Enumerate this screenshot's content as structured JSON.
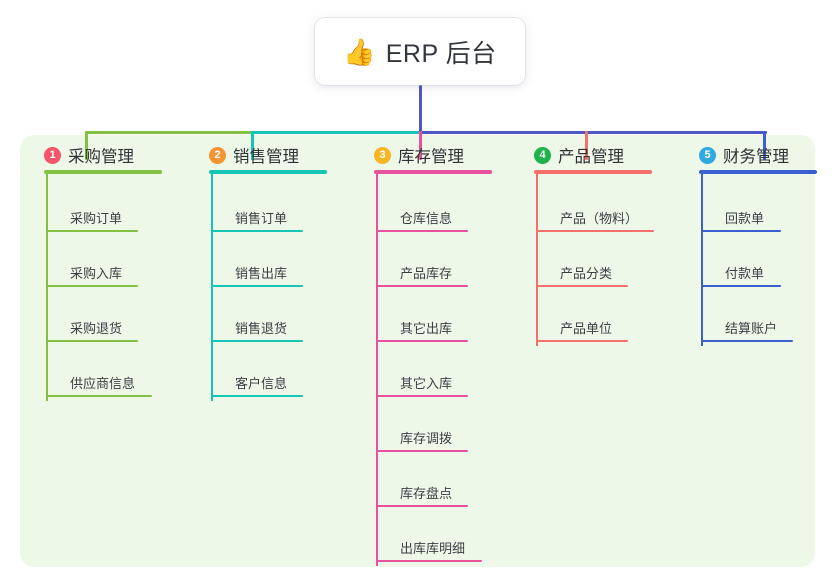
{
  "root": {
    "emoji": "👍",
    "emoji_name": "thumbs-up-icon",
    "title": "ERP 后台"
  },
  "colors": {
    "panel_bg": "#eef8e9",
    "page_bg": "#ffffff",
    "trunk": "#4f57c4",
    "bus_left": "#84c041",
    "bus_mid": "#17c5b6",
    "bus_right": "#4f57c4"
  },
  "branches": [
    {
      "number": "1",
      "title": "采购管理",
      "badge_color": "#f4556a",
      "line_color": "#84c041",
      "rule_width": 118,
      "items": [
        {
          "label": "采购订单",
          "rule_width": 92
        },
        {
          "label": "采购入库",
          "rule_width": 92
        },
        {
          "label": "采购退货",
          "rule_width": 92
        },
        {
          "label": "供应商信息",
          "rule_width": 106
        }
      ]
    },
    {
      "number": "2",
      "title": "销售管理",
      "badge_color": "#f59432",
      "line_color": "#17c5b6",
      "rule_width": 118,
      "items": [
        {
          "label": "销售订单",
          "rule_width": 92
        },
        {
          "label": "销售出库",
          "rule_width": 92
        },
        {
          "label": "销售退货",
          "rule_width": 92
        },
        {
          "label": "客户信息",
          "rule_width": 92
        }
      ]
    },
    {
      "number": "3",
      "title": "库存管理",
      "badge_color": "#f7b423",
      "line_color": "#e8519b",
      "rule_width": 118,
      "items": [
        {
          "label": "仓库信息",
          "rule_width": 92
        },
        {
          "label": "产品库存",
          "rule_width": 92
        },
        {
          "label": "其它出库",
          "rule_width": 92
        },
        {
          "label": "其它入库",
          "rule_width": 92
        },
        {
          "label": "库存调拨",
          "rule_width": 92
        },
        {
          "label": "库存盘点",
          "rule_width": 92
        },
        {
          "label": "出库库明细",
          "rule_width": 106
        }
      ]
    },
    {
      "number": "4",
      "title": "产品管理",
      "badge_color": "#21b24b",
      "line_color": "#f4706c",
      "rule_width": 118,
      "items": [
        {
          "label": "产品（物料）",
          "rule_width": 118
        },
        {
          "label": "产品分类",
          "rule_width": 92
        },
        {
          "label": "产品单位",
          "rule_width": 92
        }
      ]
    },
    {
      "number": "5",
      "title": "财务管理",
      "badge_color": "#2eaae0",
      "line_color": "#3b5fd0",
      "rule_width": 118,
      "items": [
        {
          "label": "回款单",
          "rule_width": 80
        },
        {
          "label": "付款单",
          "rule_width": 80
        },
        {
          "label": "结算账户",
          "rule_width": 92
        }
      ]
    }
  ]
}
